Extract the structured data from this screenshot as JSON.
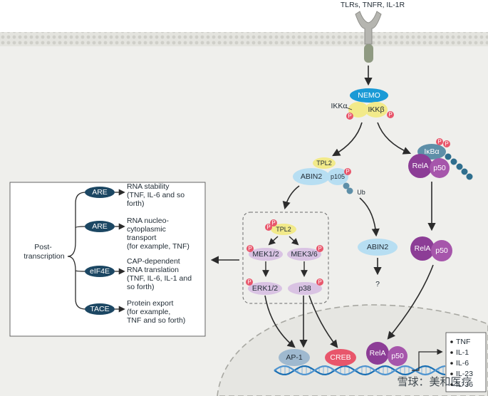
{
  "receptors": "TLRs, TNFR, IL-1R",
  "ikk": {
    "nemo": "NEMO",
    "ikka": "IKKα",
    "ikkb": "IKKβ"
  },
  "tpl2_complex": {
    "tpl2": "TPL2",
    "abin2": "ABIN2",
    "p105": "p105",
    "ub": "Ub"
  },
  "nfkb_complex": {
    "ikba": "IκBα",
    "rela": "RelA",
    "p50": "p50"
  },
  "mapk_box": {
    "tpl2": "TPL2",
    "mek12": "MEK1/2",
    "mek36": "MEK3/6",
    "erk12": "ERK1/2",
    "p38": "p38"
  },
  "free_abin2": {
    "label": "ABIN2",
    "question": "?"
  },
  "free_nfkb": {
    "rela": "RelA",
    "p50": "p50"
  },
  "phospho": "P",
  "nucleus_factors": {
    "ap1": "AP-1",
    "creb": "CREB",
    "rela": "RelA",
    "p50": "p50"
  },
  "target_genes": [
    "TNF",
    "IL-1",
    "IL-6",
    "IL-23",
    "IL-36"
  ],
  "post_transcription": {
    "title": "Post-\ntranscription",
    "items": [
      {
        "badge": "ARE",
        "text": "RNA stability\n(TNF, IL-6 and so\nforth)"
      },
      {
        "badge": "ARE",
        "text": "RNA nucleo-\ncytoplasmic\ntransport\n(for example, TNF)"
      },
      {
        "badge": "eIF4E",
        "text": "CAP-dependent\nRNA translation\n(TNF, IL-6, IL-1 and\nso forth)"
      },
      {
        "badge": "TACE",
        "text": "Protein export\n(for example,\nTNF and so forth)"
      }
    ]
  },
  "watermark": "雪球：美和医疗",
  "colors": {
    "membrane": "#d9d9d4",
    "cytoplasm": "#efefec",
    "nemo": "#1a9ad6",
    "ikk": "#f2ea8a",
    "p": "#e8566b",
    "abin2": "#b7def2",
    "lilac": "#d9c3e3",
    "rela": "#8c3d96",
    "rela_light": "#a656ab",
    "ikba": "#5e8fa8",
    "dark_badge": "#1c4763",
    "ap1": "#9fb9cf",
    "creb": "#e8566b"
  }
}
